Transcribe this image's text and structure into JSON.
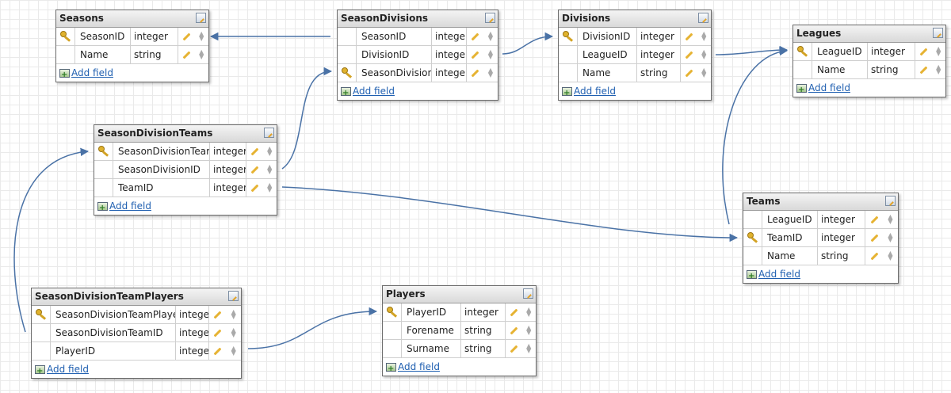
{
  "tables": [
    {
      "id": "seasons",
      "title": "Seasons",
      "add_label": "Add field",
      "fields": [
        {
          "name": "SeasonID",
          "type": "integer",
          "key": true
        },
        {
          "name": "Name",
          "type": "string",
          "key": false
        }
      ]
    },
    {
      "id": "season-divisions",
      "title": "SeasonDivisions",
      "add_label": "Add field",
      "fields": [
        {
          "name": "SeasonID",
          "type": "integer",
          "key": false
        },
        {
          "name": "DivisionID",
          "type": "integer",
          "key": false
        },
        {
          "name": "SeasonDivisionID",
          "type": "integer",
          "key": true
        }
      ]
    },
    {
      "id": "divisions",
      "title": "Divisions",
      "add_label": "Add field",
      "fields": [
        {
          "name": "DivisionID",
          "type": "integer",
          "key": true
        },
        {
          "name": "LeagueID",
          "type": "integer",
          "key": false
        },
        {
          "name": "Name",
          "type": "string",
          "key": false
        }
      ]
    },
    {
      "id": "leagues",
      "title": "Leagues",
      "add_label": "Add field",
      "fields": [
        {
          "name": "LeagueID",
          "type": "integer",
          "key": true
        },
        {
          "name": "Name",
          "type": "string",
          "key": false
        }
      ]
    },
    {
      "id": "season-division-teams",
      "title": "SeasonDivisionTeams",
      "add_label": "Add field",
      "fields": [
        {
          "name": "SeasonDivisionTeamID",
          "type": "integer",
          "key": true
        },
        {
          "name": "SeasonDivisionID",
          "type": "integer",
          "key": false
        },
        {
          "name": "TeamID",
          "type": "integer",
          "key": false
        }
      ]
    },
    {
      "id": "teams",
      "title": "Teams",
      "add_label": "Add field",
      "fields": [
        {
          "name": "LeagueID",
          "type": "integer",
          "key": false
        },
        {
          "name": "TeamID",
          "type": "integer",
          "key": true
        },
        {
          "name": "Name",
          "type": "string",
          "key": false
        }
      ]
    },
    {
      "id": "season-division-team-players",
      "title": "SeasonDivisionTeamPlayers",
      "add_label": "Add field",
      "fields": [
        {
          "name": "SeasonDivisionTeamPlayerID",
          "type": "integer",
          "key": true
        },
        {
          "name": "SeasonDivisionTeamID",
          "type": "integer",
          "key": false
        },
        {
          "name": "PlayerID",
          "type": "integer",
          "key": false
        }
      ]
    },
    {
      "id": "players",
      "title": "Players",
      "add_label": "Add field",
      "fields": [
        {
          "name": "PlayerID",
          "type": "integer",
          "key": true
        },
        {
          "name": "Forename",
          "type": "string",
          "key": false
        },
        {
          "name": "Surname",
          "type": "string",
          "key": false
        }
      ]
    }
  ],
  "relations": [
    {
      "from": "season-divisions.SeasonID",
      "to": "seasons.SeasonID"
    },
    {
      "from": "season-divisions.DivisionID",
      "to": "divisions.DivisionID"
    },
    {
      "from": "divisions.LeagueID",
      "to": "leagues.LeagueID"
    },
    {
      "from": "teams.LeagueID",
      "to": "leagues.LeagueID"
    },
    {
      "from": "season-division-teams.SeasonDivisionID",
      "to": "season-divisions.SeasonDivisionID"
    },
    {
      "from": "season-division-teams.TeamID",
      "to": "teams.TeamID"
    },
    {
      "from": "season-division-team-players.SeasonDivisionTeamID",
      "to": "season-division-teams.SeasonDivisionTeamID"
    },
    {
      "from": "season-division-team-players.PlayerID",
      "to": "players.PlayerID"
    }
  ],
  "colors": {
    "link": "#4a72a6",
    "key": "#e0b22d",
    "add_link": "#1f5fb0"
  }
}
